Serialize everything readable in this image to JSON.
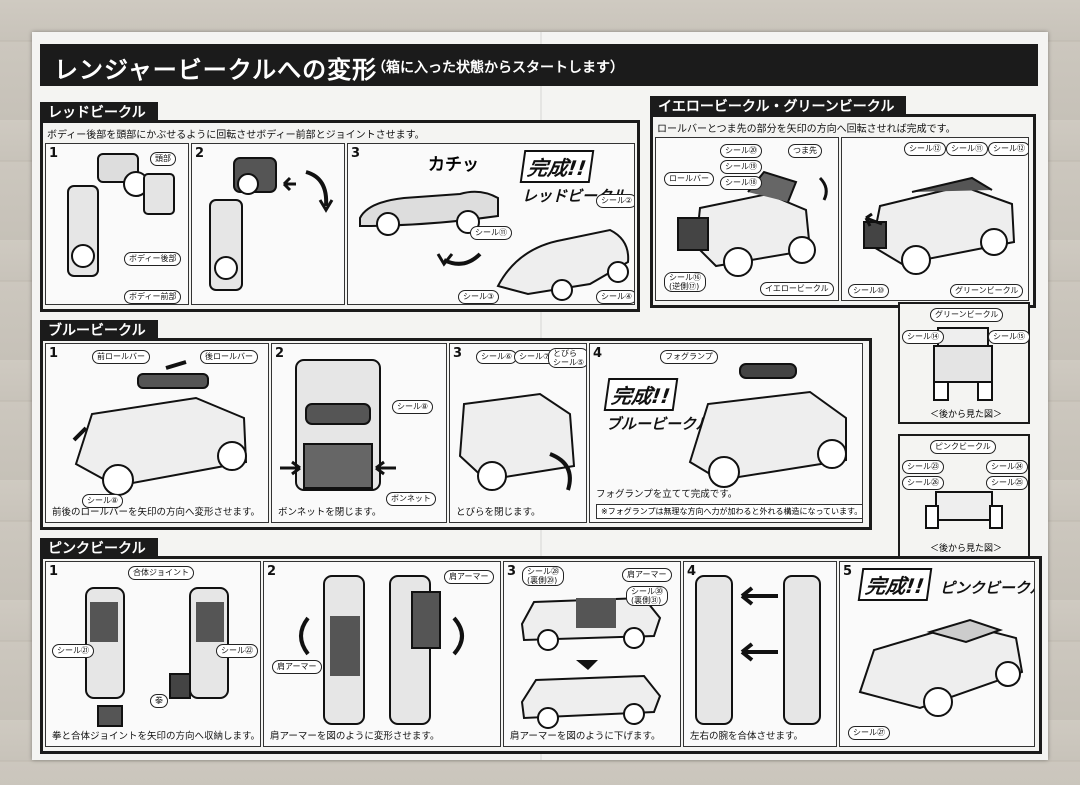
{
  "header": {
    "title": "レンジャービークルへの変形",
    "subtitle": "（箱に入った状態からスタートします）"
  },
  "red": {
    "label": "レッドビークル",
    "instruction": "ボディー後部を頭部にかぶせるように回転させボディー前部とジョイントさせます。",
    "steps": [
      "1",
      "2",
      "3"
    ],
    "tags": [
      "頭部",
      "ボディー後部",
      "ボディー前部",
      "シール⑪",
      "シール②",
      "シール③",
      "シール④"
    ],
    "sound": "カチッ",
    "done": "完成!!",
    "done_name": "レッドビークル"
  },
  "yellow": {
    "label": "イエロービークル・グリーンビークル",
    "instruction": "ロールバーとつま先の部分を矢印の方向へ回転させれば完成です。",
    "tags_left": [
      "シール⑳",
      "シール⑲",
      "シール⑱",
      "つま先",
      "ロールバー",
      "シール⑯\n(逆側⑰)",
      "イエロービークル"
    ],
    "tags_right": [
      "シール⑫",
      "シール⑪",
      "シール⑫",
      "シール⑩",
      "グリーンビークル"
    ]
  },
  "green_back": {
    "title": "グリーンビークル",
    "tags": [
      "シール⑭",
      "シール⑮"
    ],
    "caption": "＜後から見た図＞"
  },
  "pink_back": {
    "title": "ピンクビークル",
    "tags": [
      "シール㉓",
      "シール㉖",
      "シール㉔",
      "シール㉕"
    ],
    "caption": "＜後から見た図＞"
  },
  "blue": {
    "label": "ブルービークル",
    "steps": [
      "1",
      "2",
      "3",
      "4"
    ],
    "tags1": [
      "前ロールバー",
      "後ロールバー",
      "シール⑧"
    ],
    "cap1": "前後のロールバーを矢印の方向へ変形させます。",
    "tags2": [
      "シール⑧",
      "ボンネット"
    ],
    "cap2": "ボンネットを閉じます。",
    "tags3": [
      "シール⑥",
      "シール⑦",
      "とびら\nシール⑤"
    ],
    "cap3": "とびらを閉じます。",
    "tags4": [
      "フォグランプ"
    ],
    "done": "完成!!",
    "done_name": "ブルービークル",
    "cap4": "フォグランプを立てて完成です。",
    "note4": "※フォグランプは無理な方向へ力が加わると外れる構造になっています。"
  },
  "pink": {
    "label": "ピンクビークル",
    "steps": [
      "1",
      "2",
      "3",
      "4",
      "5"
    ],
    "tags1": [
      "合体ジョイント",
      "シール㉑",
      "シール㉒",
      "拳"
    ],
    "cap1": "拳と合体ジョイントを矢印の方向へ収納します。",
    "tags2": [
      "肩アーマー",
      "肩アーマー"
    ],
    "cap2": "肩アーマーを図のように変形させます。",
    "tags3": [
      "シール㉘\n(裏側㉙)",
      "肩アーマー",
      "シール㉚\n(裏側㉛)"
    ],
    "cap3": "肩アーマーを図のように下げます。",
    "cap4": "左右の腕を合体させます。",
    "done": "完成!!",
    "done_name": "ピンクビークル",
    "tags5": [
      "シール㉗"
    ]
  }
}
